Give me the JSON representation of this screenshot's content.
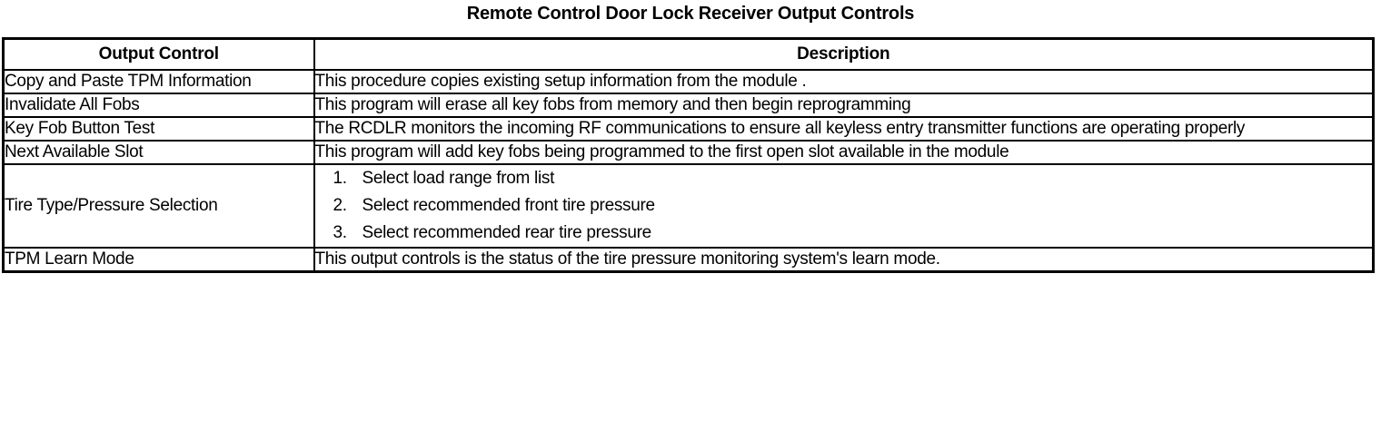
{
  "title": "Remote Control Door Lock Receiver Output Controls",
  "table": {
    "headers": {
      "control": "Output Control",
      "description": "Description"
    },
    "rows": [
      {
        "control": "Copy and Paste TPM Information",
        "description": "This procedure copies existing setup information from the module ."
      },
      {
        "control": "Invalidate All Fobs",
        "description": "This program will erase all key fobs from memory and then begin reprogramming"
      },
      {
        "control": "Key Fob Button Test",
        "description": "The RCDLR monitors the incoming RF communications to ensure all keyless entry transmitter functions are operating properly"
      },
      {
        "control": "Next Available Slot",
        "description": "This program will add key fobs being programmed to the first open slot available in the module"
      },
      {
        "control": "Tire Type/Pressure Selection",
        "steps": [
          "Select load range from list",
          "Select recommended front tire pressure",
          "Select recommended rear tire pressure"
        ]
      },
      {
        "control": "TPM Learn Mode",
        "description": "This output controls is the status of the tire pressure monitoring system's learn mode."
      }
    ]
  }
}
